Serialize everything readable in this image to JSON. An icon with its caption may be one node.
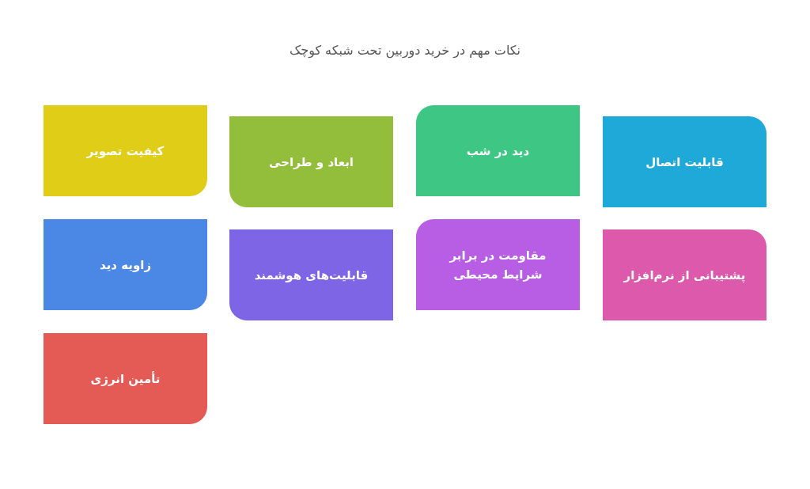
{
  "diagram": {
    "title": "نکات مهم در خرید دوربین تحت شبکه کوچک",
    "nodes": [
      {
        "text": [
          "کیفیت تصویر"
        ]
      },
      {
        "text": [
          "ابعاد و طراحی"
        ]
      },
      {
        "text": [
          "دید در شب"
        ]
      },
      {
        "text": [
          "قابلیت اتصال"
        ]
      },
      {
        "text": [
          "زاویه دید"
        ]
      },
      {
        "text": [
          "قابلیت‌های هوشمند"
        ]
      },
      {
        "text": [
          "مقاومت در برابر شرایط محیطی"
        ]
      },
      {
        "text": [
          "پشتیبانی از نرم‌افزار"
        ]
      },
      {
        "text": [
          "تأمین انرژی"
        ]
      }
    ]
  }
}
